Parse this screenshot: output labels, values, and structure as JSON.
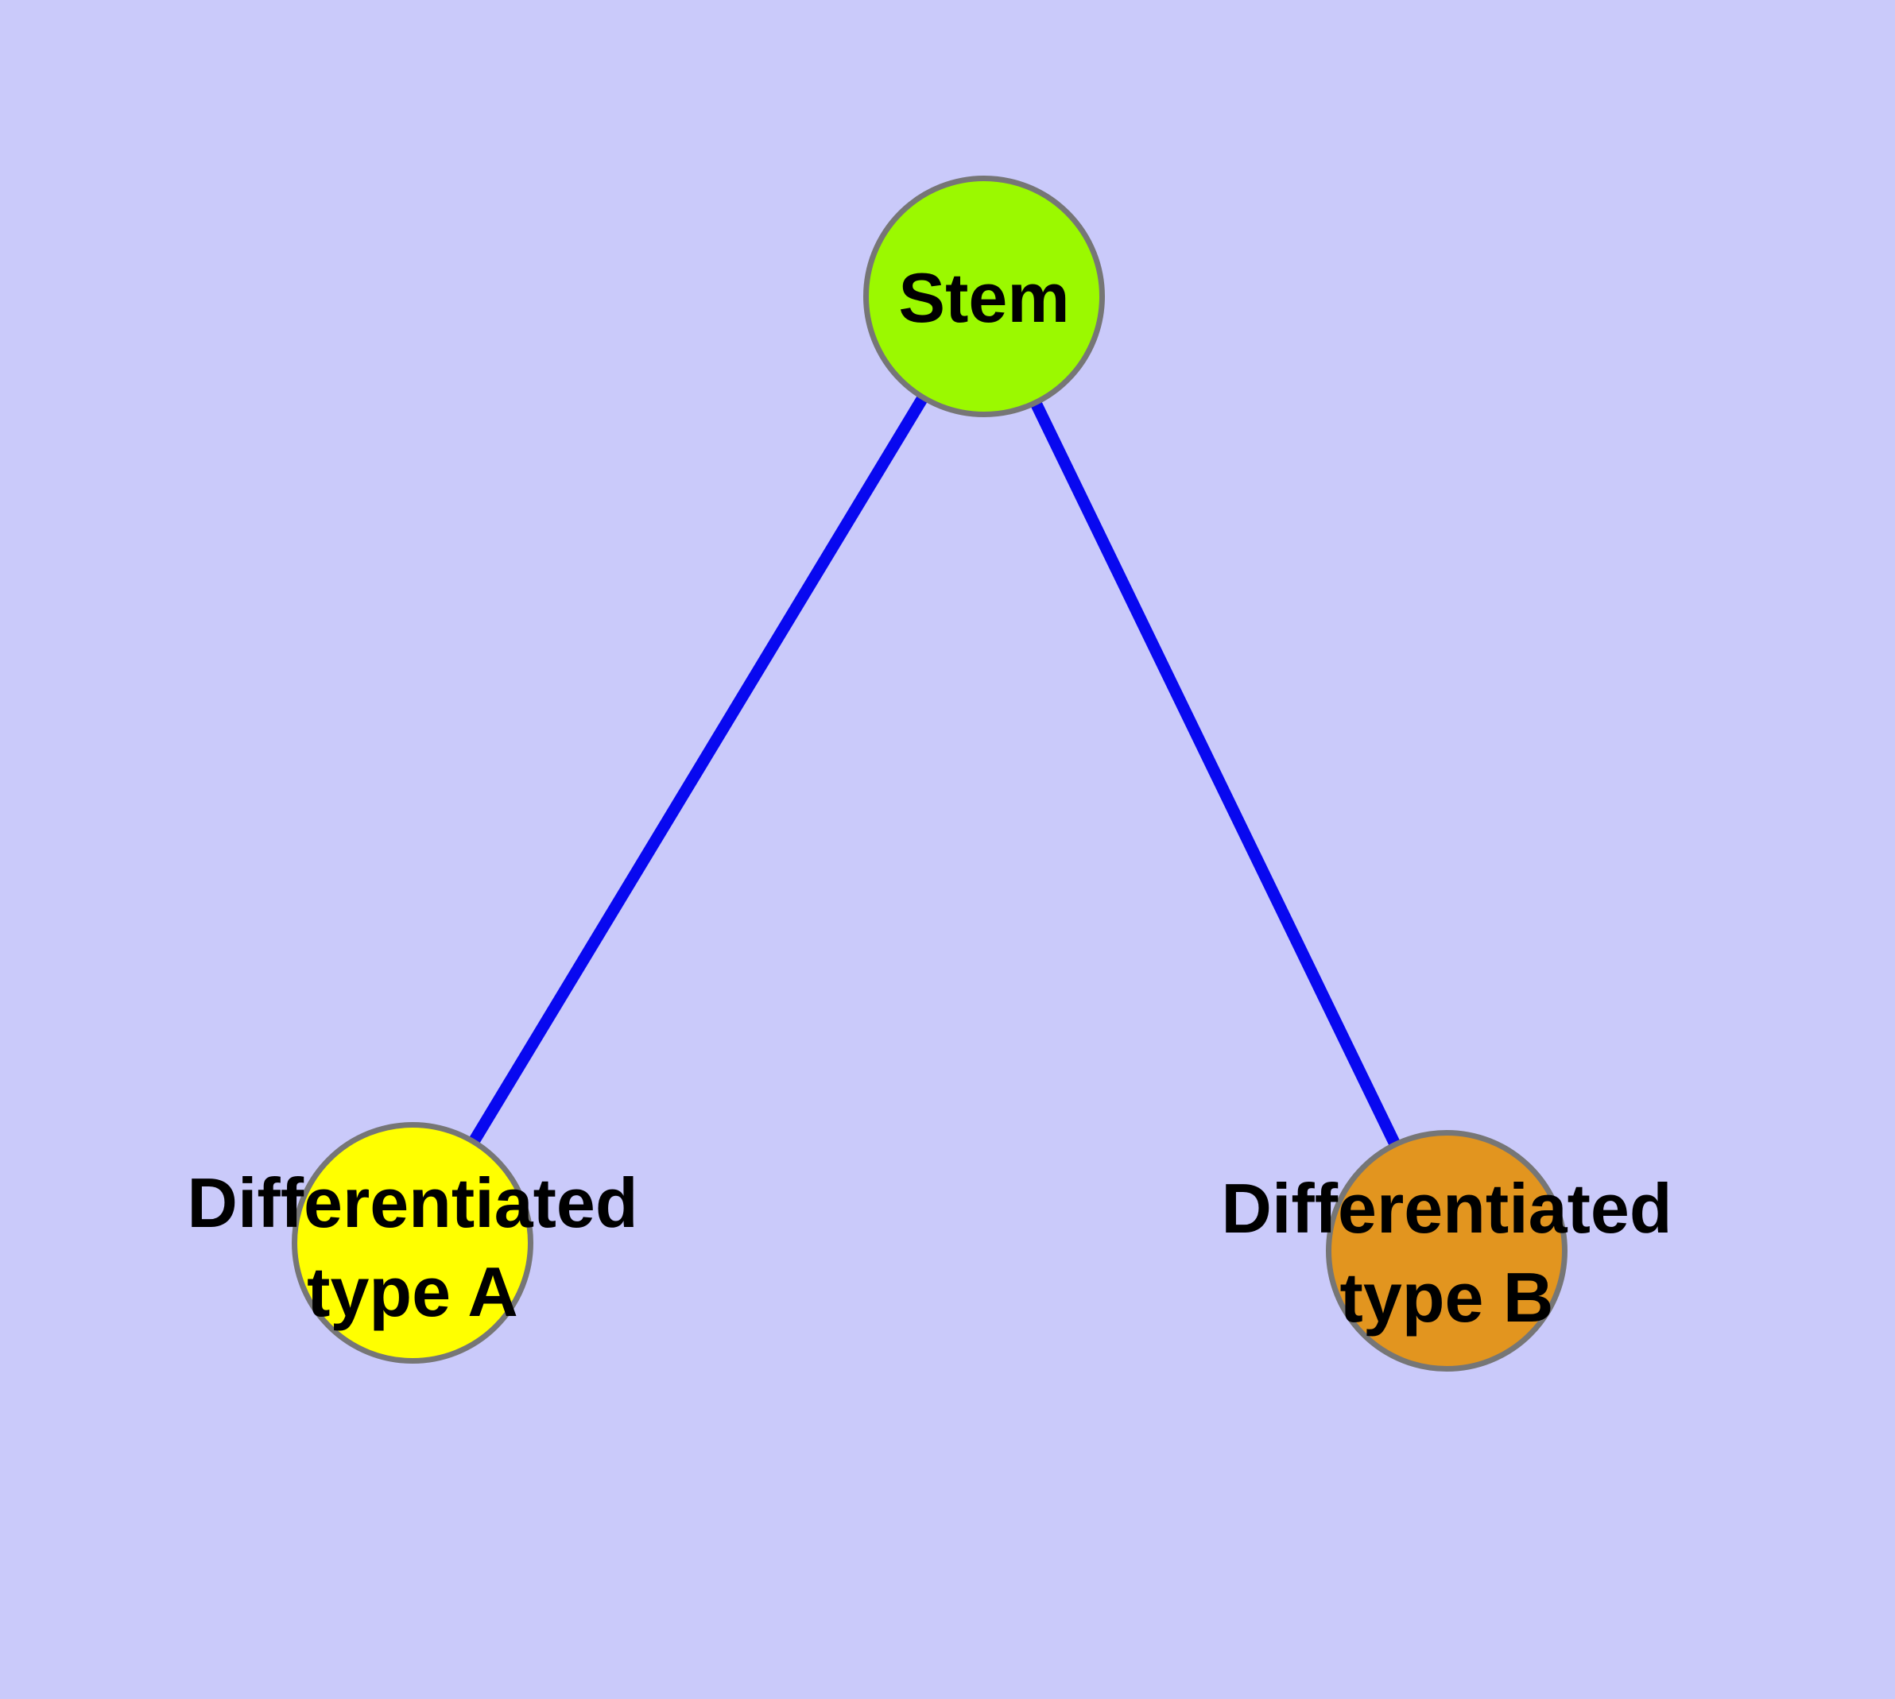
{
  "diagram": {
    "background_color": "#CACAFA",
    "edge_color": "#0808F0",
    "node_border_color": "#767676",
    "label_text_color": "#000000",
    "nodes": [
      {
        "id": "stem",
        "label": "Stem",
        "lines": [
          "Stem",
          ""
        ],
        "color": "#9BF900"
      },
      {
        "id": "type-a",
        "label": "Differentiated type A",
        "lines": [
          "Differentiated",
          "type A"
        ],
        "color": "#FFFF00"
      },
      {
        "id": "type-b",
        "label": "Differentiated type B",
        "lines": [
          "Differentiated",
          "type B"
        ],
        "color": "#E2951F"
      }
    ],
    "edges": [
      {
        "from": "stem",
        "to": "type-a"
      },
      {
        "from": "stem",
        "to": "type-b"
      }
    ]
  }
}
